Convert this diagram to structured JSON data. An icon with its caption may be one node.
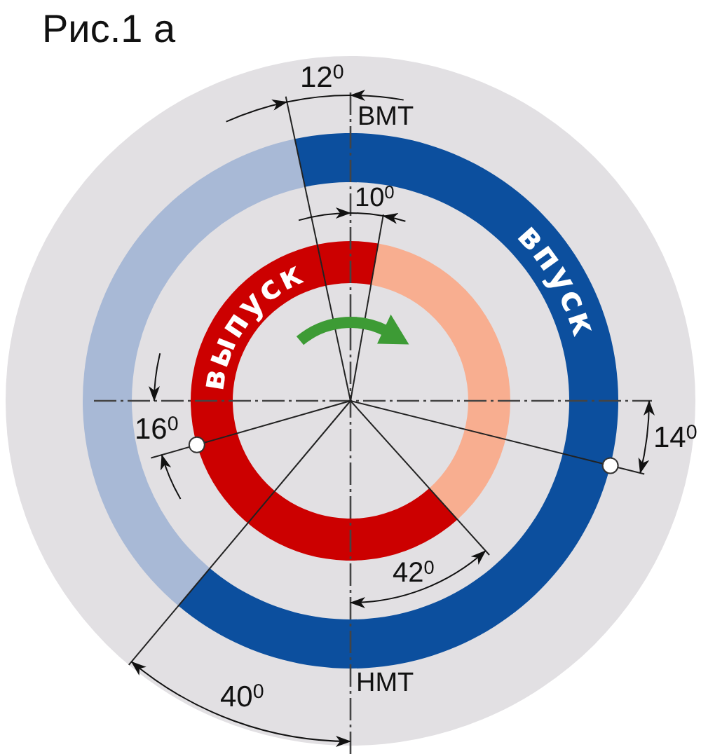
{
  "diagram": {
    "title": "Рис.1 а",
    "nodes": [
      {
        "text": [
          "впуск"
        ]
      },
      {
        "text": [],
        "shape": "arc"
      },
      {
        "text": [
          "выпуск"
        ]
      },
      {
        "text": [],
        "shape": "arc"
      }
    ],
    "labels": [
      "12$^{0}$",
      "ВМТ",
      "10$^{0}$",
      "16$^{0}$",
      "14$^{0}$",
      "42$^{0}$",
      "НМТ",
      "40$^{0}$"
    ]
  }
}
